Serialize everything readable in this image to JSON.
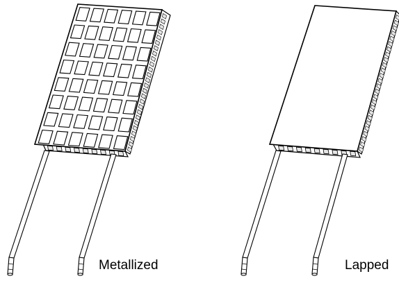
{
  "diagram": {
    "figures": [
      {
        "caption": "Metallized",
        "surface": "metallized",
        "pad_rows": 8,
        "pad_cols": 6
      },
      {
        "caption": "Lapped",
        "surface": "lapped"
      }
    ],
    "colors": {
      "line": "#000000",
      "background": "#ffffff",
      "shade": "#e6e6e6"
    }
  }
}
